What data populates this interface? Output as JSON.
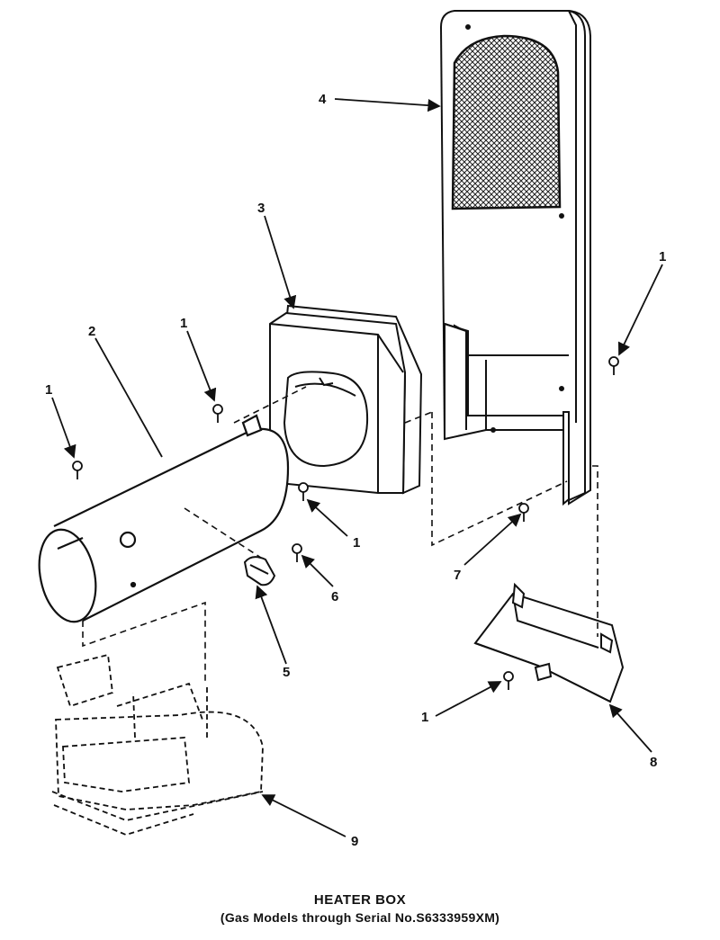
{
  "caption": {
    "title": "HEATER BOX",
    "subtitle": "(Gas Models through Serial No.S6333959XM)"
  },
  "callouts": [
    {
      "id": "callout-4",
      "label": "4"
    },
    {
      "id": "callout-3",
      "label": "3"
    },
    {
      "id": "callout-1a",
      "label": "1"
    },
    {
      "id": "callout-2",
      "label": "2"
    },
    {
      "id": "callout-1b",
      "label": "1"
    },
    {
      "id": "callout-1c",
      "label": "1"
    },
    {
      "id": "callout-1d",
      "label": "1"
    },
    {
      "id": "callout-6",
      "label": "6"
    },
    {
      "id": "callout-5",
      "label": "5"
    },
    {
      "id": "callout-7",
      "label": "7"
    },
    {
      "id": "callout-1e",
      "label": "1"
    },
    {
      "id": "callout-8",
      "label": "8"
    },
    {
      "id": "callout-9",
      "label": "9"
    }
  ]
}
